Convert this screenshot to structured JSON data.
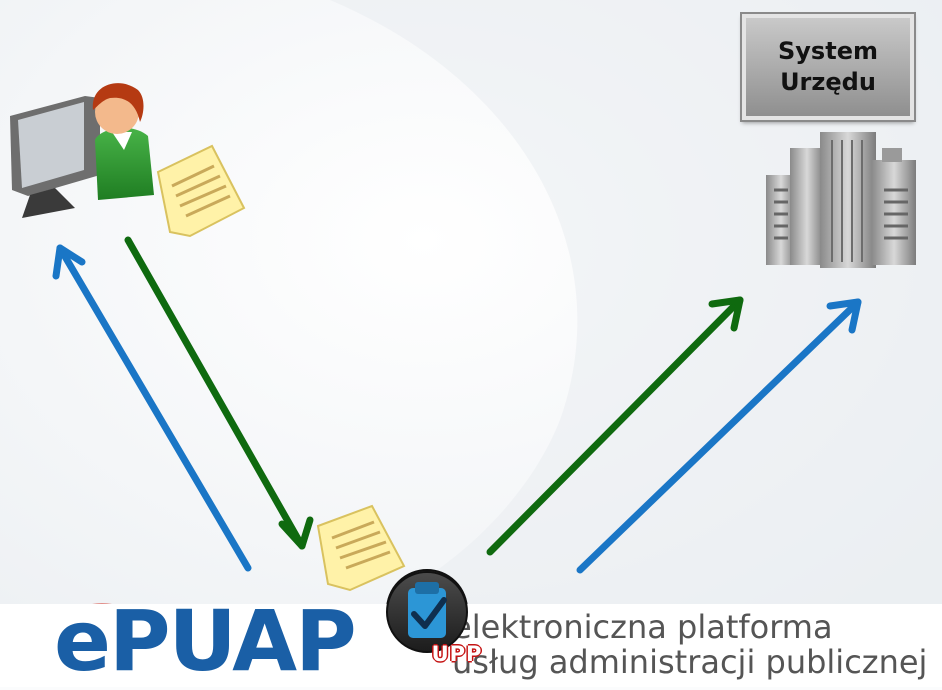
{
  "system_box": {
    "line1": "System",
    "line2": "Urzędu"
  },
  "logo": {
    "word": "ePUAP",
    "tagline_1": "elektroniczna platforma",
    "tagline_2": "usług administracji publicznej",
    "badge": "UPP"
  },
  "icons": [
    "computer-user-icon",
    "document-icon",
    "office-buildings-icon",
    "clipboard-check-icon",
    "arrow-icon"
  ],
  "colors": {
    "green_arrow": "#0f6a0f",
    "blue_arrow": "#1a76c6",
    "logo_blue": "#1a5fa6",
    "logo_red": "#d32b1e",
    "badge_red": "#c51414"
  }
}
